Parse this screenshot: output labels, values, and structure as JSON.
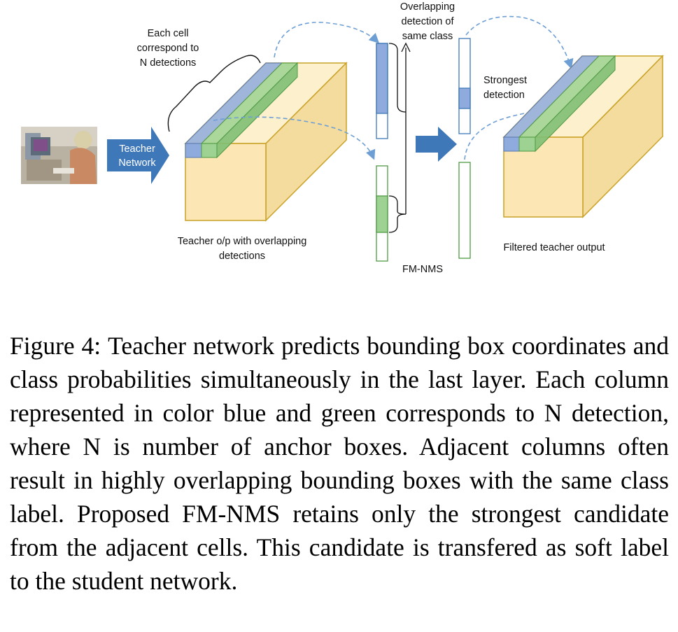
{
  "figure": {
    "labels": {
      "teacher_network": [
        "Teacher",
        "Network"
      ],
      "cell_note": [
        "Each cell",
        "correspond to",
        "N detections"
      ],
      "teacher_output": [
        "Teacher o/p with overlapping",
        "detections"
      ],
      "overlapping_note": [
        "Overlapping",
        "detection of",
        "same class"
      ],
      "fm_nms": "FM-NMS",
      "strongest": [
        "Strongest",
        "detection"
      ],
      "filtered_output": "Filtered teacher output"
    },
    "colors": {
      "block_fill": "#fbe6b4",
      "block_stroke": "#c9a227",
      "blue_column": "#8faadc",
      "green_column": "#9dd292",
      "arrow_fill": "#3f78b8",
      "dashed_arrow": "#6e9fd4"
    }
  },
  "caption": {
    "label": "Figure 4:",
    "text": "Teacher network predicts bounding box coordi­nates and class probabilities simultaneously in the last layer. Each column represented in color blue and green corre­sponds to N detection, where N is number of anchor boxes. Adjacent columns often result in highly overlapping bound­ing boxes with the same class label. Proposed FM-NMS retains only the strongest candidate from the adjacent cells. This candidate is transfered as soft label to the student net­work."
  }
}
